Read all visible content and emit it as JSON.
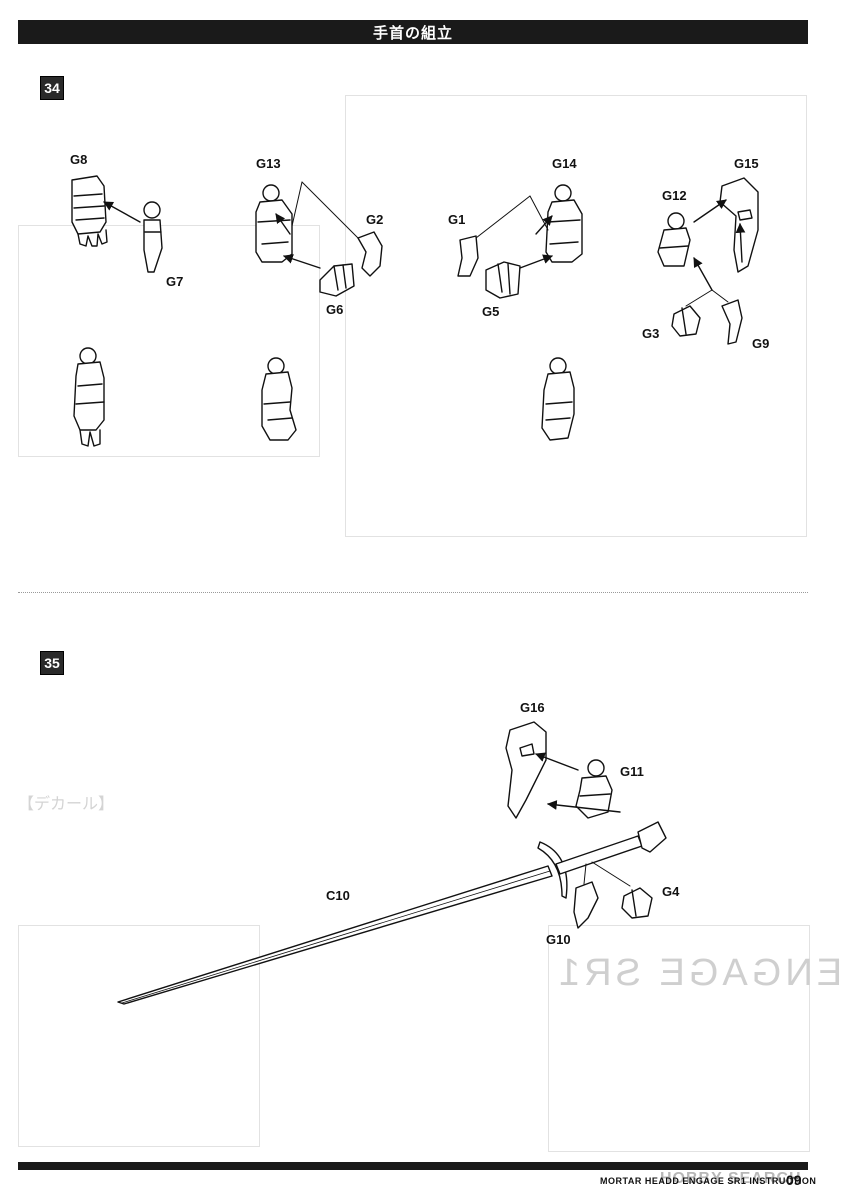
{
  "header": {
    "title": "手首の組立"
  },
  "steps": [
    {
      "number": "34"
    },
    {
      "number": "35"
    }
  ],
  "parts": {
    "g8": "G8",
    "g7": "G7",
    "g13": "G13",
    "g2": "G2",
    "g6": "G6",
    "g1": "G1",
    "g14": "G14",
    "g5": "G5",
    "g12": "G12",
    "g15": "G15",
    "g3": "G3",
    "g9": "G9",
    "g16": "G16",
    "g11": "G11",
    "c10": "C10",
    "g4": "G4",
    "g10": "G10"
  },
  "ghost": {
    "decal_heading": "【デカール】",
    "logo_reversed": "ENGAGE SR1"
  },
  "footer": {
    "text": "MORTAR HEADD ENGAGE SR1 INSTRUCTION",
    "page": "09",
    "watermark": "HOBBY SEARCH"
  }
}
